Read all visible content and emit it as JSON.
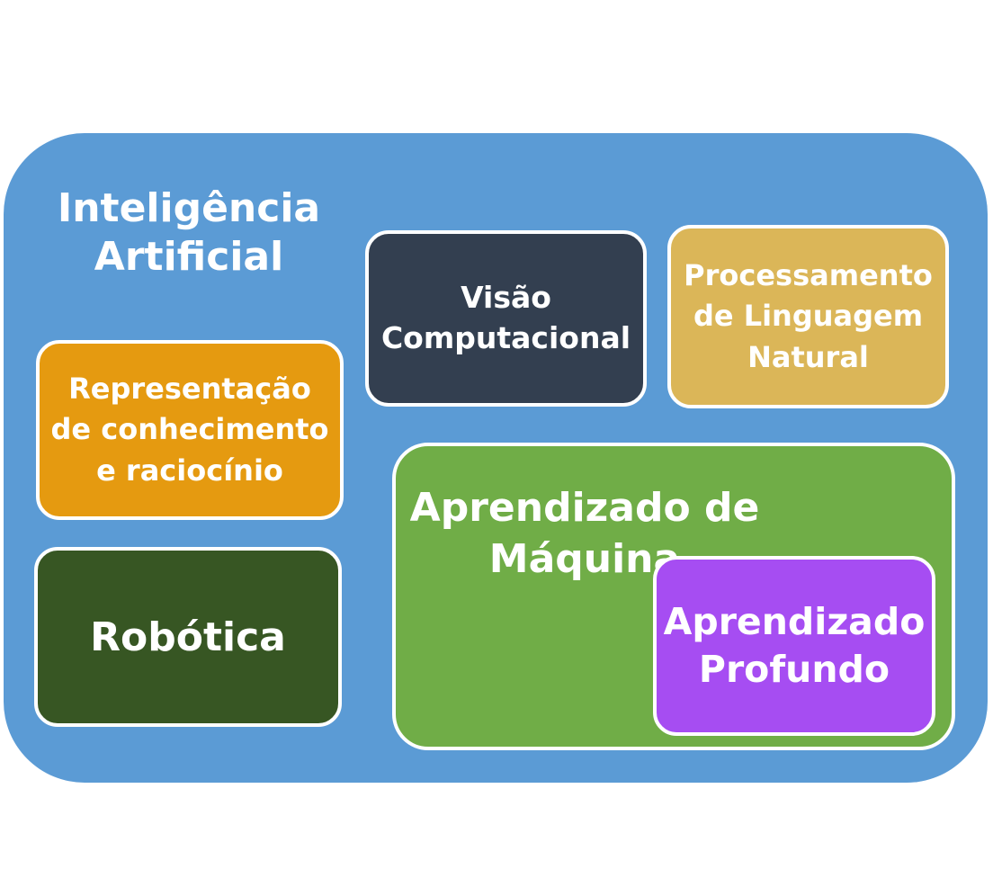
{
  "diagram": {
    "title": "Inteligência\nArtificial",
    "boxes": {
      "vision": "Visão\nComputacional",
      "nlp": "Processamento\nde Linguagem\nNatural",
      "knowledge": "Representação\nde conhecimento\ne raciocínio",
      "robotics": "Robótica",
      "machine_learning": "Aprendizado de\nMáquina",
      "deep_learning": "Aprendizado\nProfundo"
    },
    "colors": {
      "ai": "#5b9bd5",
      "vision": "#333f50",
      "nlp": "#dbb658",
      "knowledge": "#e59a10",
      "robotics": "#375623",
      "machine_learning": "#70ad47",
      "deep_learning": "#a64df2"
    }
  }
}
